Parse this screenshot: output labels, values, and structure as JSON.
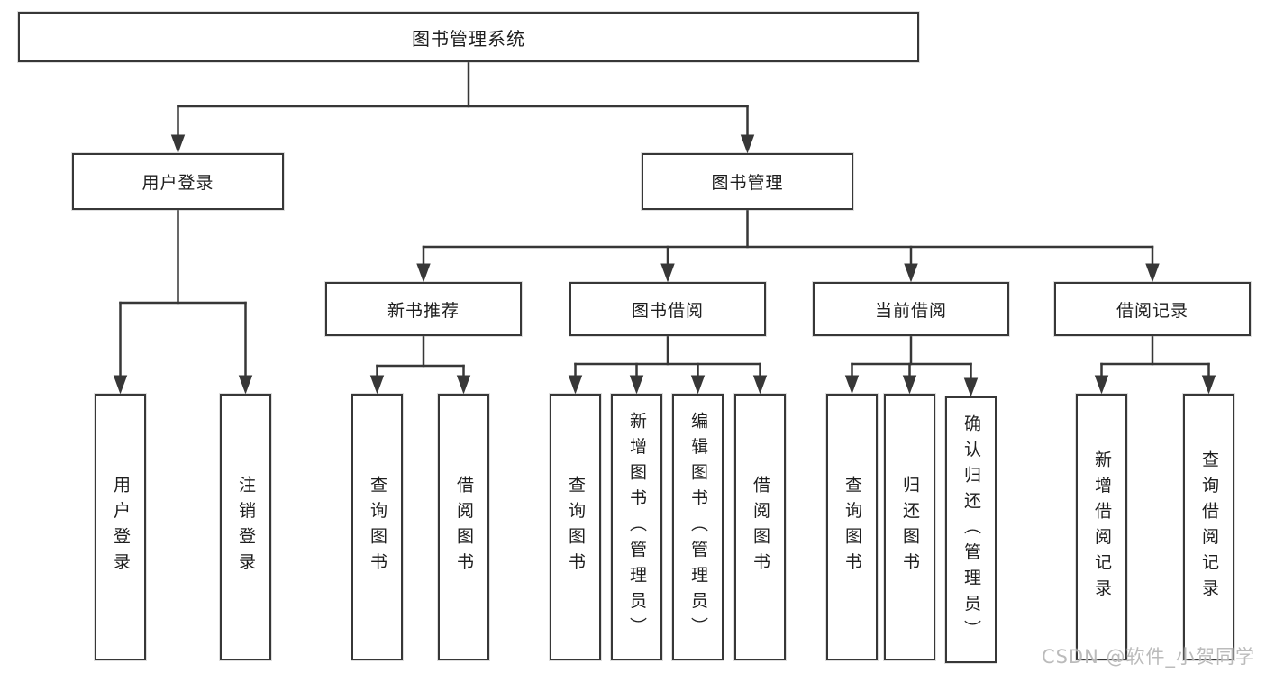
{
  "tree": {
    "label": "图书管理系统",
    "children": [
      {
        "label": "用户登录",
        "children": [
          {
            "label": "用户登录"
          },
          {
            "label": "注销登录"
          }
        ]
      },
      {
        "label": "图书管理",
        "children": [
          {
            "label": "新书推荐",
            "children": [
              {
                "label": "查询图书"
              },
              {
                "label": "借阅图书"
              }
            ]
          },
          {
            "label": "图书借阅",
            "children": [
              {
                "label": "查询图书"
              },
              {
                "label": "新增图书（管理员）"
              },
              {
                "label": "编辑图书（管理员）"
              },
              {
                "label": "借阅图书"
              }
            ]
          },
          {
            "label": "当前借阅",
            "children": [
              {
                "label": "查询图书"
              },
              {
                "label": "归还图书"
              },
              {
                "label": "确认归还（管理员）"
              }
            ]
          },
          {
            "label": "借阅记录",
            "children": [
              {
                "label": "新增借阅记录"
              },
              {
                "label": "查询借阅记录"
              }
            ]
          }
        ]
      }
    ]
  },
  "watermark": "CSDN @软件_小贺同学",
  "colors": {
    "line": "#373737",
    "text": "#1e1e1e",
    "background": "#ffffff",
    "watermark": "#b8b8b8"
  }
}
